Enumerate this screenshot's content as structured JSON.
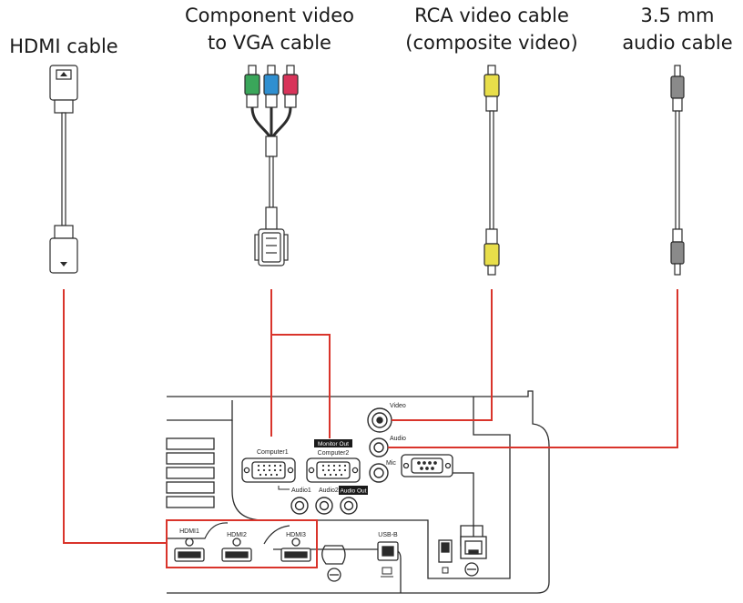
{
  "colors": {
    "accent_line": "#d9342b",
    "outline": "#2b2b2b",
    "rca_green": "#3aa65a",
    "rca_blue": "#2f8fd0",
    "rca_red": "#d8345a",
    "rca_yellow": "#e8de4a"
  },
  "cables": [
    {
      "id": "hdmi",
      "lines": [
        "HDMI cable"
      ]
    },
    {
      "id": "component",
      "lines": [
        "Component video",
        "to VGA cable"
      ]
    },
    {
      "id": "rca",
      "lines": [
        "RCA video cable",
        "(composite video)"
      ]
    },
    {
      "id": "audio",
      "lines": [
        "3.5 mm",
        "audio cable"
      ]
    }
  ],
  "ports": {
    "video": "Video",
    "audio": "Audio",
    "mic": "Mic",
    "computer1": "Computer1",
    "computer2": "Computer2",
    "monitor_out": "Monitor Out",
    "audio1": "Audio1",
    "audio2": "Audio2",
    "audio_out": "Audio Out",
    "hdmi1": "HDMI1",
    "hdmi2": "HDMI2",
    "hdmi3": "HDMI3",
    "usb_b": "USB-B"
  }
}
